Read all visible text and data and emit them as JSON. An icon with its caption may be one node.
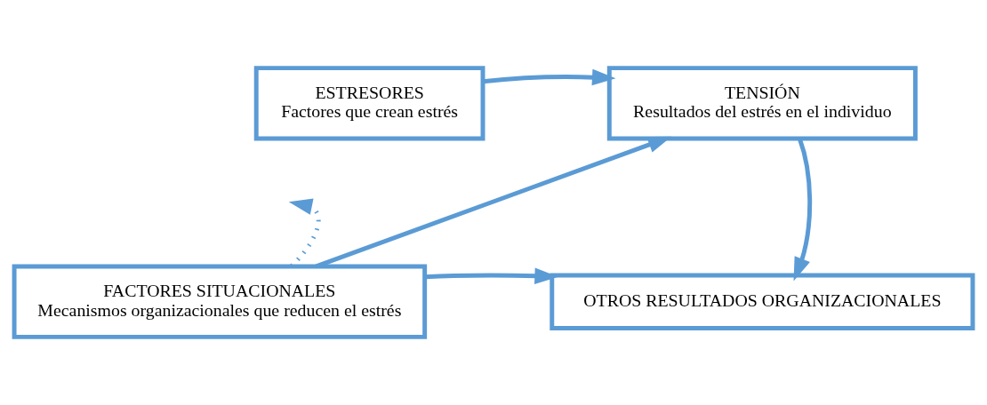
{
  "diagram": {
    "nodes": [
      {
        "text": [
          "ESTRESORES",
          "Factores que crean estrés"
        ]
      },
      {
        "text": [
          "TENSIÓN",
          "Resultados del estrés en el individuo"
        ]
      },
      {
        "text": [
          "FACTORES SITUACIONALES",
          "Mecanismos organizacionales que reducen el estrés"
        ]
      },
      {
        "text": [
          "OTROS RESULTADOS ORGANIZACIONALES"
        ]
      }
    ],
    "edges": [
      {
        "from": 0,
        "to": 1,
        "arrow": "to"
      },
      {
        "from": 2,
        "to": null,
        "arrow": "to",
        "style": "dashed"
      },
      {
        "from": 2,
        "to": 1,
        "arrow": "to"
      },
      {
        "from": 1,
        "to": 3,
        "arrow": "to"
      },
      {
        "from": 2,
        "to": 3,
        "arrow": "to"
      }
    ]
  }
}
